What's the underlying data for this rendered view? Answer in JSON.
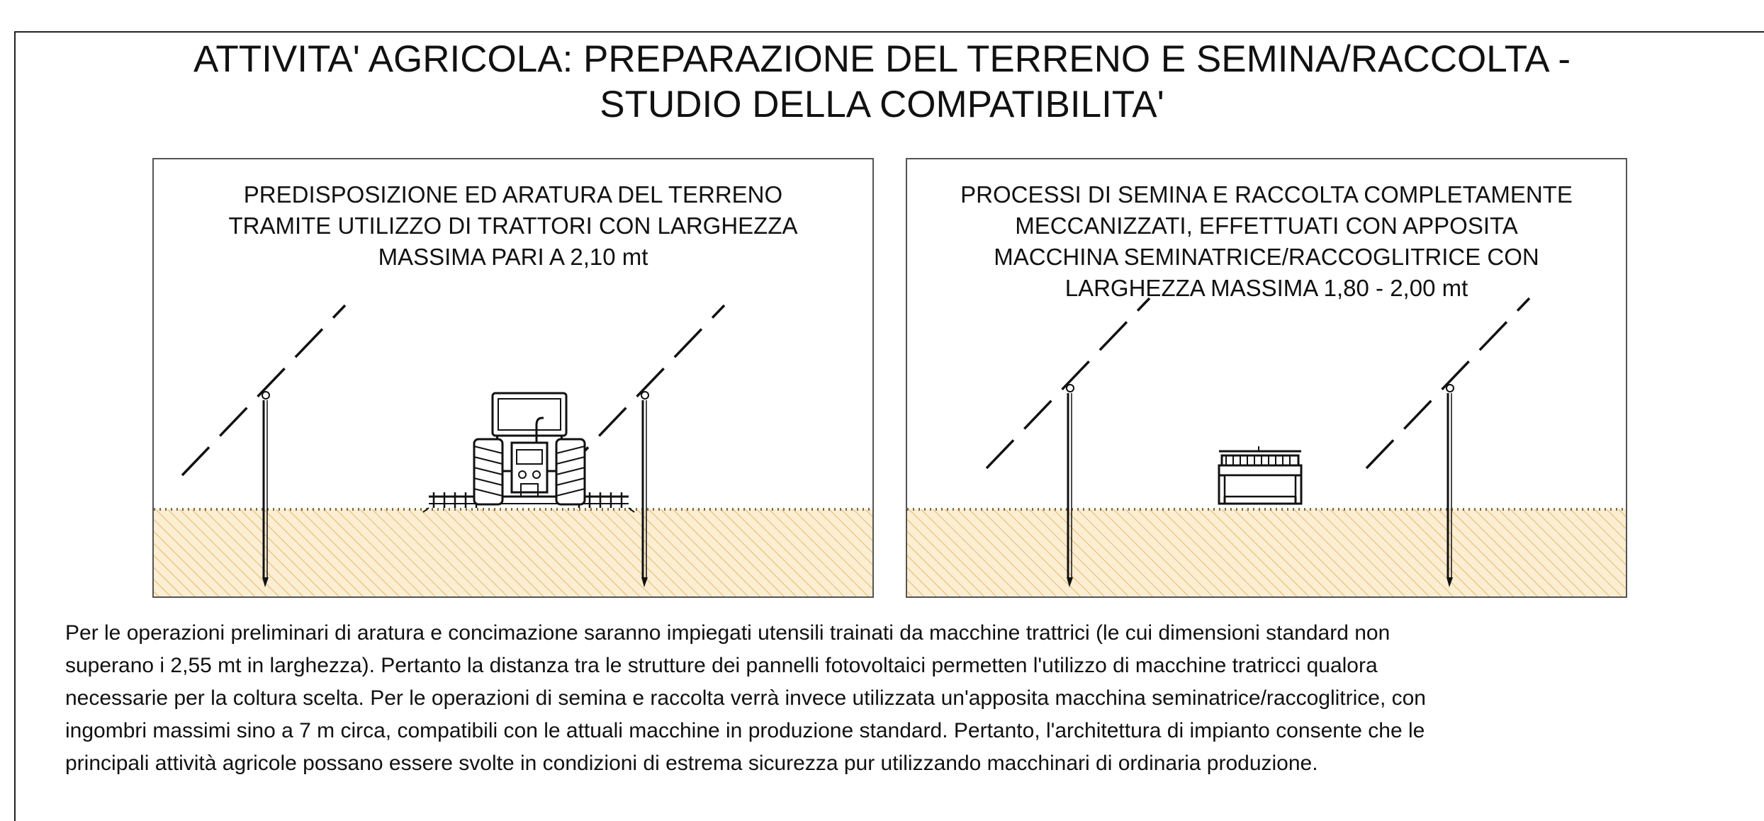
{
  "title": {
    "line1": "ATTIVITA' AGRICOLA: PREPARAZIONE DEL TERRENO E SEMINA/RACCOLTA -",
    "line2": "STUDIO DELLA COMPATIBILITA'"
  },
  "panels": {
    "left": {
      "caption_lines": [
        "PREDISPOSIZIONE ED ARATURA DEL TERRENO",
        "TRAMITE UTILIZZO DI TRATTORI CON LARGHEZZA",
        "MASSIMA PARI A 2,10 mt"
      ],
      "machine_icon": "tractor-with-harrow-icon"
    },
    "right": {
      "caption_lines": [
        "PROCESSI DI SEMINA E RACCOLTA COMPLETAMENTE",
        "MECCANIZZATI, EFFETTUATI CON APPOSITA",
        "MACCHINA SEMINATRICE/RACCOGLITRICE CON",
        "LARGHEZZA MASSIMA 1,80 - 2,00 mt"
      ],
      "machine_icon": "seeder-harvester-icon"
    }
  },
  "note_lines": [
    "Per le operazioni preliminari di aratura e concimazione saranno impiegati utensili trainati da macchine trattrici (le cui dimensioni standard non",
    "superano i 2,55 mt in larghezza). Pertanto la distanza tra le strutture dei pannelli fotovoltaici permetten l'utilizzo di macchine tratricci qualora",
    "necessarie per la coltura scelta. Per le operazioni di semina e raccolta verrà invece utilizzata un'apposita macchina seminatrice/raccoglitrice, con",
    "ingombri massimi sino a 7 m circa, compatibili con le attuali macchine in produzione standard. Pertanto, l'architettura di impianto consente che le",
    "principali attività agricole possano essere svolte in condizioni di estrema sicurezza pur utilizzando macchinari di ordinaria produzione."
  ],
  "colors": {
    "soil_fill": "#fbeed2",
    "soil_hatch": "#e6b86a",
    "ground_dots": "#7a6a4a",
    "line": "#111111",
    "panel_border": "#555555"
  }
}
